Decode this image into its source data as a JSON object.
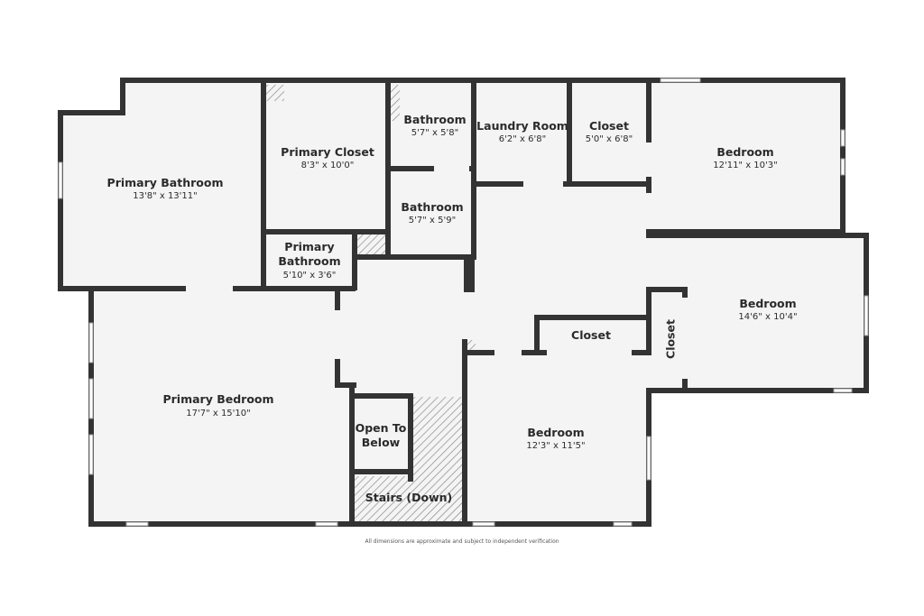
{
  "rooms": {
    "primary_bathroom": {
      "name": "Primary Bathroom",
      "dims": "13'8\" x 13'11\""
    },
    "primary_closet": {
      "name": "Primary Closet",
      "dims": "8'3\" x 10'0\""
    },
    "bathroom_1": {
      "name": "Bathroom",
      "dims": "5'7\" x 5'8\""
    },
    "laundry_room": {
      "name": "Laundry Room",
      "dims": "6'2\" x 6'8\""
    },
    "closet_1": {
      "name": "Closet",
      "dims": "5'0\" x 6'8\""
    },
    "bedroom_1": {
      "name": "Bedroom",
      "dims": "12'11\" x 10'3\""
    },
    "bathroom_2": {
      "name": "Bathroom",
      "dims": "5'7\" x 5'9\""
    },
    "primary_bathroom_2": {
      "name_line1": "Primary",
      "name_line2": "Bathroom",
      "dims": "5'10\" x 3'6\""
    },
    "bedroom_2": {
      "name": "Bedroom",
      "dims": "14'6\" x 10'4\""
    },
    "closet_2": {
      "name": "Closet"
    },
    "closet_3": {
      "name": "Closet"
    },
    "primary_bedroom": {
      "name": "Primary Bedroom",
      "dims": "17'7\" x 15'10\""
    },
    "open_to_below": {
      "name_line1": "Open To",
      "name_line2": "Below"
    },
    "stairs": {
      "name": "Stairs (Down)"
    },
    "bedroom_3": {
      "name": "Bedroom",
      "dims": "12'3\" x 11'5\""
    }
  },
  "footer_note": "All dimensions are approximate and subject to independent verification"
}
